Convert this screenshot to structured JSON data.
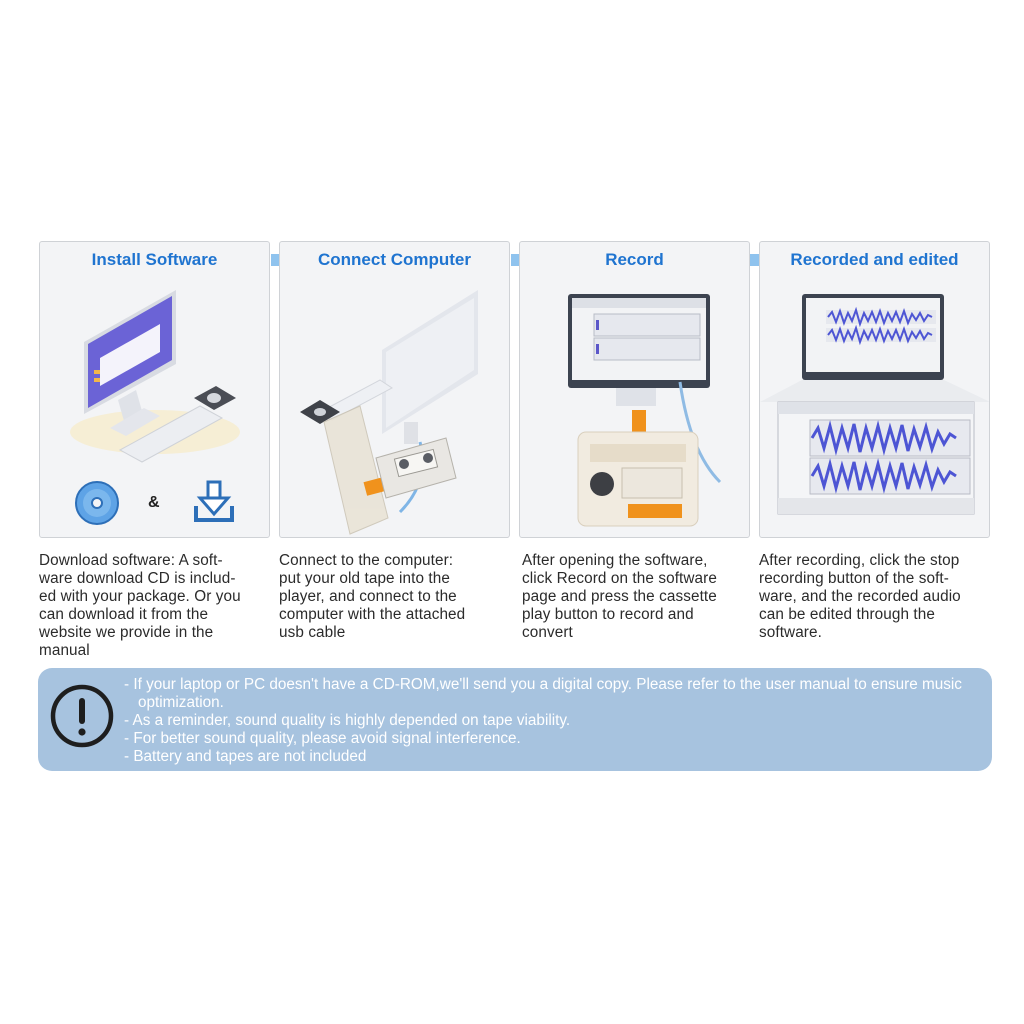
{
  "steps": [
    {
      "title": "Install Software",
      "description": "Download software: A soft-\nware download CD is includ-\ned with your package. Or you\ncan download it from the\nwebsite we provide in the\nmanual",
      "connector": "&"
    },
    {
      "title": "Connect Computer",
      "description": "Connect to the computer:\nput your old tape into the\nplayer, and connect to the\ncomputer with the attached\nusb cable"
    },
    {
      "title": "Record",
      "description": "After opening the software,\nclick Record on the software\npage and press the cassette\nplay button to record and\nconvert"
    },
    {
      "title": "Recorded and edited",
      "description": "After recording, click the stop\nrecording button of the soft-\nware, and the recorded audio\ncan be edited through the\nsoftware."
    }
  ],
  "notice": {
    "icon": "exclamation-circle-icon",
    "lines": [
      "- If your laptop or PC doesn't have a CD-ROM,we'll send you a digital copy. Please refer to the user manual to ensure music optimization.",
      "- As a reminder, sound quality is highly depended on tape viability.",
      "- For better sound quality, please avoid signal interference.",
      "- Battery and tapes are not included"
    ]
  },
  "colors": {
    "title_blue": "#1f74d0",
    "arrow_blue": "#8fc3ee",
    "notice_bg": "#a7c3df",
    "monitor_purple": "#6b63d6",
    "device_orange": "#f0921c"
  }
}
